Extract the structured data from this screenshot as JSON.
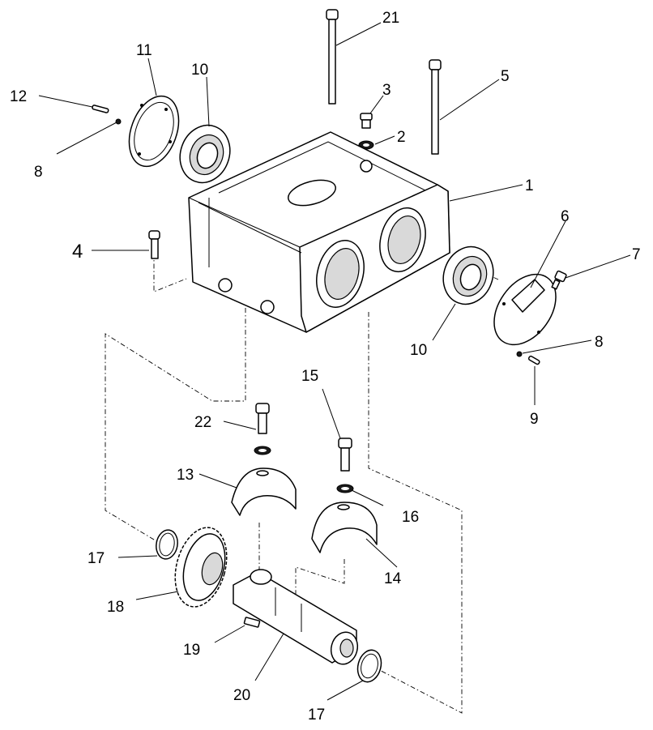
{
  "callouts": [
    {
      "id": "1",
      "text": "1"
    },
    {
      "id": "2",
      "text": "2"
    },
    {
      "id": "3",
      "text": "3"
    },
    {
      "id": "4",
      "text": "4"
    },
    {
      "id": "5",
      "text": "5"
    },
    {
      "id": "6",
      "text": "6"
    },
    {
      "id": "7",
      "text": "7"
    },
    {
      "id": "8a",
      "text": "8"
    },
    {
      "id": "8b",
      "text": "8"
    },
    {
      "id": "9",
      "text": "9"
    },
    {
      "id": "10a",
      "text": "10"
    },
    {
      "id": "10b",
      "text": "10"
    },
    {
      "id": "11",
      "text": "11"
    },
    {
      "id": "12",
      "text": "12"
    },
    {
      "id": "13",
      "text": "13"
    },
    {
      "id": "14",
      "text": "14"
    },
    {
      "id": "15",
      "text": "15"
    },
    {
      "id": "16",
      "text": "16"
    },
    {
      "id": "17a",
      "text": "17"
    },
    {
      "id": "17b",
      "text": "17"
    },
    {
      "id": "18",
      "text": "18"
    },
    {
      "id": "19",
      "text": "19"
    },
    {
      "id": "20",
      "text": "20"
    },
    {
      "id": "21",
      "text": "21"
    },
    {
      "id": "22",
      "text": "22"
    }
  ],
  "colors": {
    "line": "#000000",
    "background": "#ffffff"
  }
}
